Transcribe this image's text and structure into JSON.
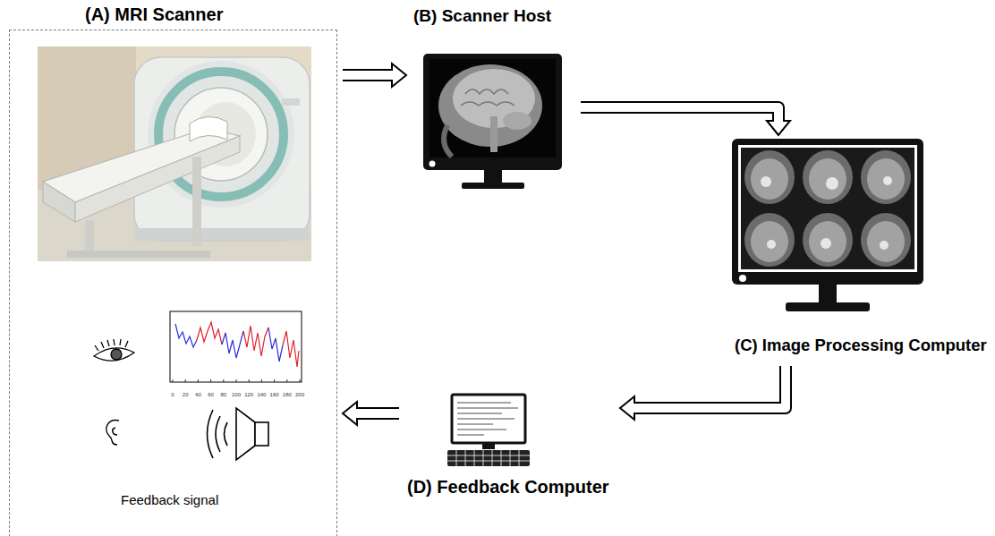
{
  "diagram": {
    "nodes": [
      {
        "text": [
          "(A) MRI Scanner",
          "Feedback signal"
        ]
      },
      {
        "text": [
          "(B) Scanner Host"
        ]
      },
      {
        "text": [
          "(C) Image Processing Computer"
        ]
      },
      {
        "text": [
          "(D) Feedback Computer"
        ]
      }
    ],
    "edges": [
      {
        "from": 0,
        "to": 1,
        "arrow": "to"
      },
      {
        "from": 1,
        "to": 2,
        "arrow": "to"
      },
      {
        "from": 2,
        "to": 3,
        "arrow": "to"
      },
      {
        "from": 3,
        "to": 0,
        "arrow": "to"
      }
    ],
    "labels": [
      "0",
      "20",
      "40",
      "60",
      "80",
      "100",
      "120",
      "140",
      "160",
      "180",
      "200"
    ]
  }
}
